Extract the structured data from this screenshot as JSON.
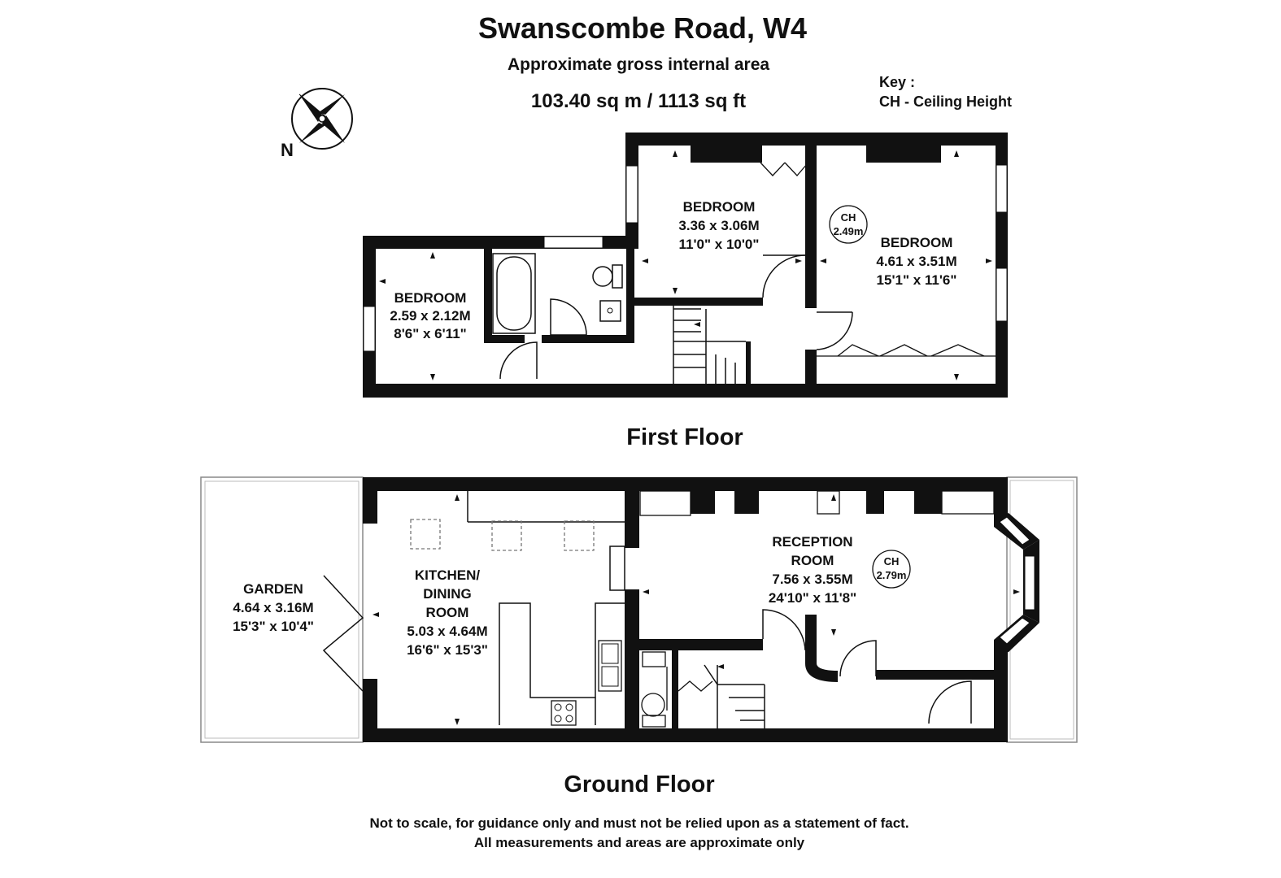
{
  "header": {
    "title": "Swanscombe Road, W4",
    "subtitle": "Approximate gross internal area",
    "area": "103.40 sq m /  1113 sq ft"
  },
  "key": {
    "label": "Key :",
    "entry": "CH - Ceiling Height"
  },
  "compass": {
    "north_label": "N",
    "icon": "compass-rose-icon"
  },
  "floors": {
    "first": {
      "label": "First Floor",
      "rooms": [
        {
          "name": "BEDROOM",
          "metric": "2.59 x 2.12M",
          "imperial": "8'6\" x 6'11\""
        },
        {
          "name": "BEDROOM",
          "metric": "3.36 x 3.06M",
          "imperial": "11'0\" x 10'0\""
        },
        {
          "name": "BEDROOM",
          "metric": "4.61 x 3.51M",
          "imperial": "15'1\" x 11'6\""
        }
      ],
      "ceiling": {
        "label": "CH",
        "value": "2.49m"
      }
    },
    "ground": {
      "label": "Ground Floor",
      "rooms": [
        {
          "name": "GARDEN",
          "metric": "4.64 x 3.16M",
          "imperial": "15'3\" x 10'4\""
        },
        {
          "name_line1": "KITCHEN/",
          "name_line2": "DINING",
          "name_line3": "ROOM",
          "metric": "5.03 x 4.64M",
          "imperial": "16'6\" x 15'3\""
        },
        {
          "name_line1": "RECEPTION",
          "name_line2": "ROOM",
          "metric": "7.56 x 3.55M",
          "imperial": "24'10\" x 11'8\""
        }
      ],
      "ceiling": {
        "label": "CH",
        "value": "2.79m"
      }
    }
  },
  "disclaimer": {
    "line1": "Not to scale, for guidance only and must not be relied upon as a statement of fact.",
    "line2": "All measurements and areas are approximate only"
  },
  "colors": {
    "wall": "#111111",
    "window": "#ffffff",
    "background": "#ffffff"
  }
}
